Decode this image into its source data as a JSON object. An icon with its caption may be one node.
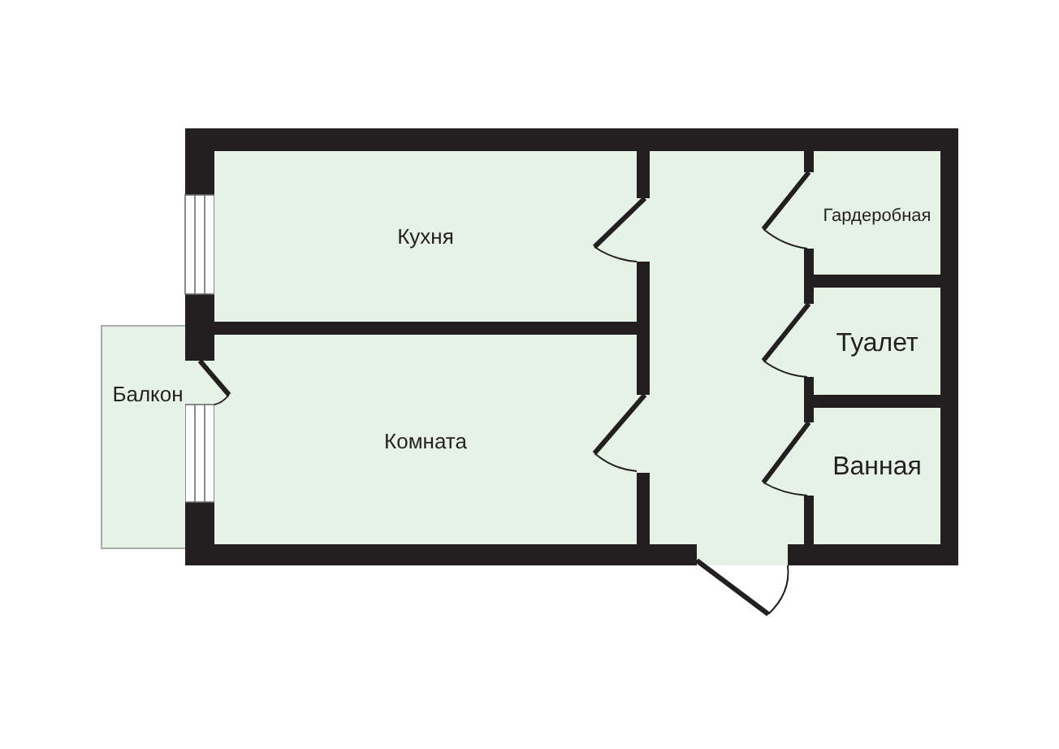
{
  "diagram": {
    "nodes": [
      {
        "text": [
          "Кухня"
        ]
      },
      {
        "text": [
          "Комната"
        ]
      },
      {
        "text": [
          "Балкон"
        ]
      },
      {
        "text": [
          "Гардеробная"
        ]
      },
      {
        "text": [
          "Туалет"
        ]
      },
      {
        "text": [
          "Ванная"
        ]
      }
    ]
  }
}
